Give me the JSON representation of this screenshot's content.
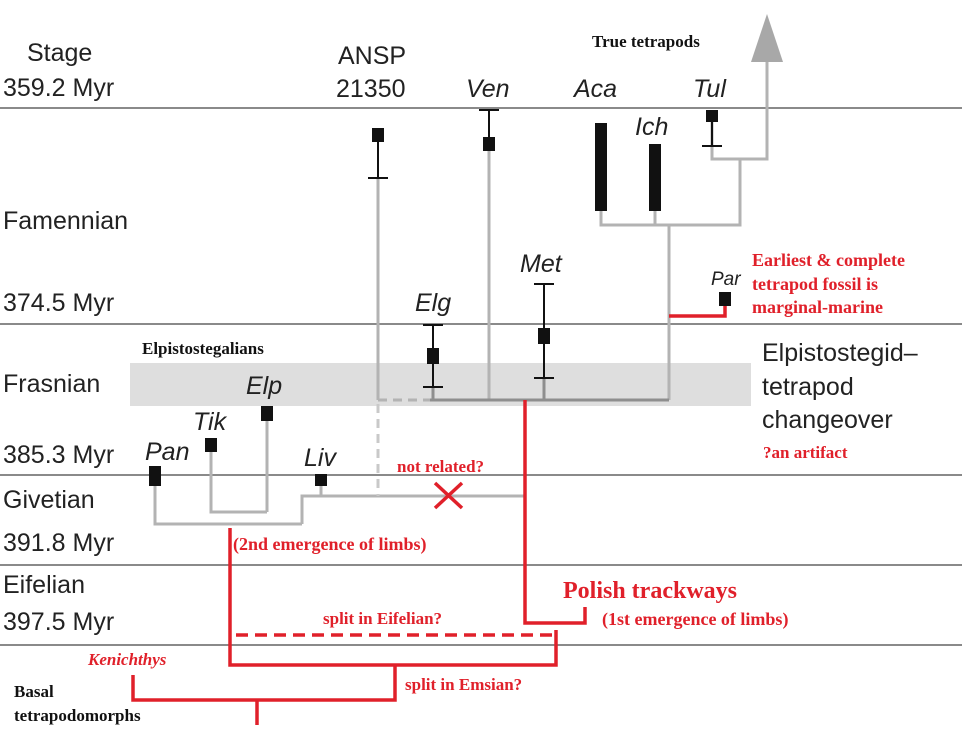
{
  "stages": {
    "header_stage": "Stage",
    "header_age": "359.2 Myr",
    "famennian": "Famennian",
    "age_374": "374.5 Myr",
    "frasnian": "Frasnian",
    "age_385": "385.3 Myr",
    "givetian": "Givetian",
    "age_391": "391.8 Myr",
    "eifelian": "Eifelian",
    "age_397": "397.5 Myr"
  },
  "taxa": {
    "ansp_line1": "ANSP",
    "ansp_line2": "21350",
    "ven": "Ven",
    "aca": "Aca",
    "ich": "Ich",
    "tul": "Tul",
    "met": "Met",
    "elg": "Elg",
    "par": "Par",
    "elp": "Elp",
    "tik": "Tik",
    "pan": "Pan",
    "liv": "Liv",
    "kenichthys": "Kenichthys"
  },
  "labels": {
    "true_tetrapods": "True tetrapods",
    "elpistostegalians": "Elpistostegalians",
    "changeover_1": "Elpistostegid–",
    "changeover_2": "tetrapod",
    "changeover_3": "changeover",
    "artifact": "?an artifact",
    "earliest_1": "Earliest & complete",
    "earliest_2": "tetrapod fossil is",
    "earliest_3": "marginal-marine",
    "not_related": "not related?",
    "second_emergence": "(2nd emergence of limbs)",
    "polish": "Polish trackways",
    "first_emergence": "(1st emergence of limbs)",
    "split_eifelian": "split in Eifelian?",
    "split_emsian": "split in Emsian?",
    "basal_1": "Basal",
    "basal_2": "tetrapodomorphs"
  },
  "colors": {
    "gray_tree": "#b3b3b3",
    "dark_gray": "#8e8e8e",
    "red": "#e0202a",
    "band": "#dedede",
    "rule": "#444444"
  }
}
